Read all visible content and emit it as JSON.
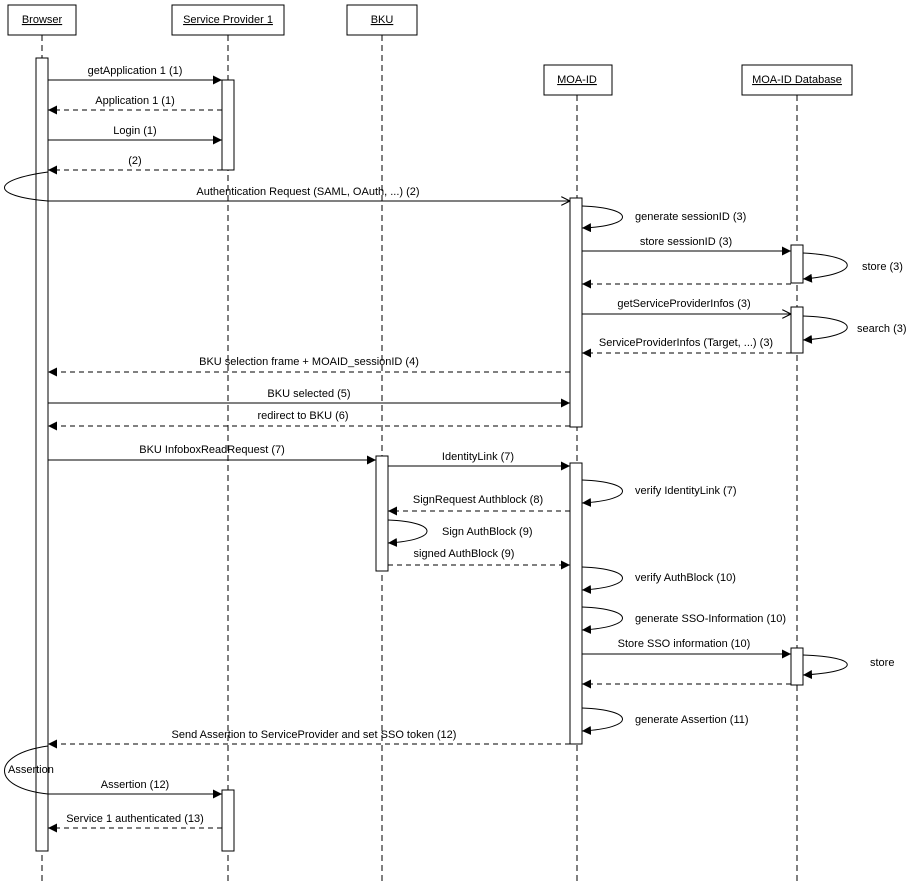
{
  "participants": [
    {
      "id": "browser",
      "label": "Browser"
    },
    {
      "id": "sp1",
      "label": "Service Provider 1"
    },
    {
      "id": "bku",
      "label": "BKU"
    },
    {
      "id": "moaid",
      "label": "MOA-ID"
    },
    {
      "id": "moadb",
      "label": "MOA-ID Database"
    }
  ],
  "messages": [
    {
      "id": "m01",
      "label": "getApplication 1 (1)",
      "from": "browser",
      "to": "sp1",
      "style": "solid"
    },
    {
      "id": "m02",
      "label": "Application 1 (1)",
      "from": "sp1",
      "to": "browser",
      "style": "dashed"
    },
    {
      "id": "m03",
      "label": "Login (1)",
      "from": "browser",
      "to": "sp1",
      "style": "solid"
    },
    {
      "id": "m04",
      "label": "(2)",
      "from": "sp1",
      "to": "browser",
      "style": "dashed"
    },
    {
      "id": "m05",
      "label": "Authentication Request (SAML, OAuth, ...)  (2)",
      "from": "browser",
      "to": "moaid",
      "style": "open"
    },
    {
      "id": "m06",
      "label": "generate sessionID  (3)",
      "from": "moaid",
      "to": "moaid",
      "style": "self"
    },
    {
      "id": "m07",
      "label": "store sessionID (3)",
      "from": "moaid",
      "to": "moadb",
      "style": "solid"
    },
    {
      "id": "m08",
      "label": "store (3)",
      "from": "moadb",
      "to": "moadb",
      "style": "self"
    },
    {
      "id": "m09",
      "label": "",
      "from": "moadb",
      "to": "moaid",
      "style": "dashed"
    },
    {
      "id": "m10",
      "label": "getServiceProviderInfos (3)",
      "from": "moaid",
      "to": "moadb",
      "style": "open"
    },
    {
      "id": "m11",
      "label": "search (3)",
      "from": "moadb",
      "to": "moadb",
      "style": "self"
    },
    {
      "id": "m12",
      "label": "ServiceProviderInfos (Target, ...) (3)",
      "from": "moadb",
      "to": "moaid",
      "style": "dashed"
    },
    {
      "id": "m13",
      "label": "BKU selection frame + MOAID_sessionID (4)",
      "from": "moaid",
      "to": "browser",
      "style": "dashed"
    },
    {
      "id": "m14",
      "label": "BKU selected (5)",
      "from": "browser",
      "to": "moaid",
      "style": "solid"
    },
    {
      "id": "m15",
      "label": "redirect to BKU (6)",
      "from": "moaid",
      "to": "browser",
      "style": "dashed"
    },
    {
      "id": "m16",
      "label": "BKU InfoboxReadRequest (7)",
      "from": "browser",
      "to": "bku",
      "style": "solid"
    },
    {
      "id": "m17",
      "label": "IdentityLink (7)",
      "from": "bku",
      "to": "moaid",
      "style": "solid"
    },
    {
      "id": "m18",
      "label": "verify IdentityLink (7)",
      "from": "moaid",
      "to": "moaid",
      "style": "self"
    },
    {
      "id": "m19",
      "label": "SignRequest Authblock (8)",
      "from": "moaid",
      "to": "bku",
      "style": "dashed"
    },
    {
      "id": "m20",
      "label": "Sign AuthBlock (9)",
      "from": "bku",
      "to": "bku",
      "style": "self"
    },
    {
      "id": "m21",
      "label": "signed AuthBlock (9)",
      "from": "bku",
      "to": "moaid",
      "style": "dashed"
    },
    {
      "id": "m22",
      "label": "verify AuthBlock (10)",
      "from": "moaid",
      "to": "moaid",
      "style": "self"
    },
    {
      "id": "m23",
      "label": "generate SSO-Information (10)",
      "from": "moaid",
      "to": "moaid",
      "style": "self"
    },
    {
      "id": "m24",
      "label": "Store SSO information (10)",
      "from": "moaid",
      "to": "moadb",
      "style": "solid"
    },
    {
      "id": "m25",
      "label": "store",
      "from": "moadb",
      "to": "moadb",
      "style": "self"
    },
    {
      "id": "m26",
      "label": "",
      "from": "moadb",
      "to": "moaid",
      "style": "dashed"
    },
    {
      "id": "m27",
      "label": "generate Assertion (11)",
      "from": "moaid",
      "to": "moaid",
      "style": "self"
    },
    {
      "id": "m28",
      "label": "Send Assertion to ServiceProvider and set SSO token (12)",
      "from": "moaid",
      "to": "browser",
      "style": "dashed"
    },
    {
      "id": "m29",
      "label": "Assertion",
      "from": "browser",
      "to": "browser",
      "style": "self-left"
    },
    {
      "id": "m30",
      "label": "Assertion (12)",
      "from": "browser",
      "to": "sp1",
      "style": "solid"
    },
    {
      "id": "m31",
      "label": "Service 1 authenticated (13)",
      "from": "sp1",
      "to": "browser",
      "style": "dashed"
    }
  ]
}
